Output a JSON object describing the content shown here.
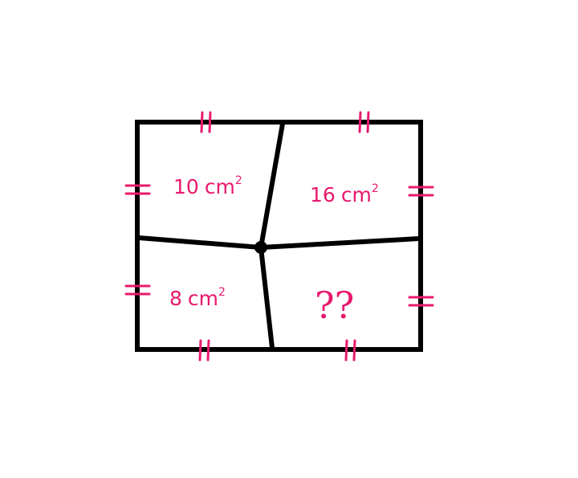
{
  "colors": {
    "line": "#000000",
    "annotation": "#e8196e",
    "background": "#ffffff"
  },
  "regions": {
    "top_left": {
      "value": "10",
      "unit": "cm",
      "exponent": "2"
    },
    "top_right": {
      "value": "16",
      "unit": "cm",
      "exponent": "2"
    },
    "bottom_left": {
      "value": "8",
      "unit": "cm",
      "exponent": "2"
    },
    "bottom_right": {
      "value": "??"
    }
  },
  "tick_marks": {
    "top": "||",
    "bottom": "||",
    "left": "=",
    "right": "="
  }
}
